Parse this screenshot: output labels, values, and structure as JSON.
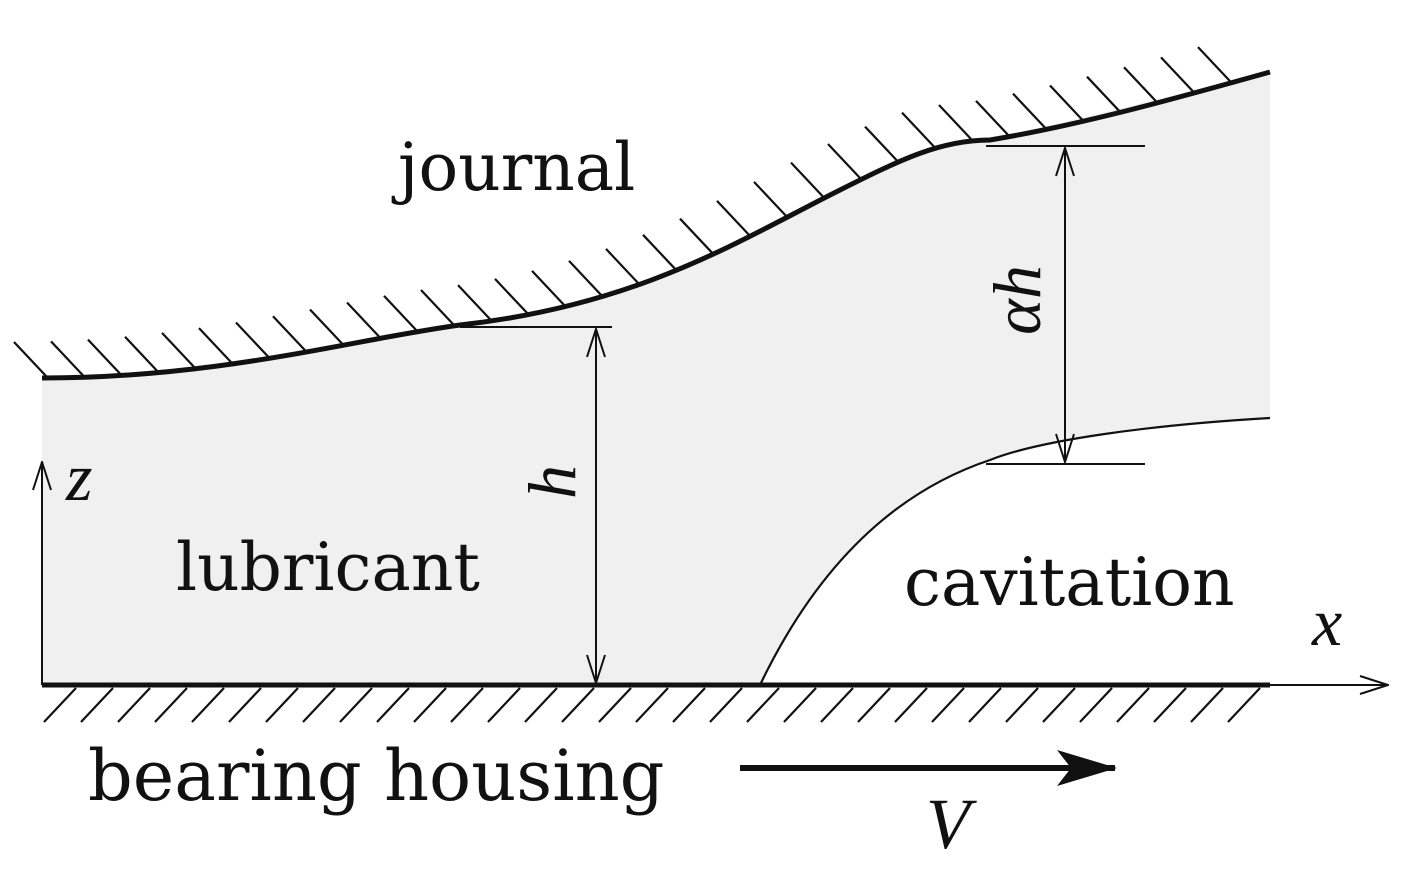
{
  "labels": {
    "journal": "journal",
    "lubricant": "lubricant",
    "cavitation": "cavitation",
    "bearing_housing": "bearing housing",
    "h": "h",
    "alpha_h": "αh",
    "z_axis": "z",
    "x_axis": "x",
    "velocity": "V"
  },
  "colors": {
    "lubricant_fill": "#f0f0f0",
    "ink": "#111111"
  }
}
